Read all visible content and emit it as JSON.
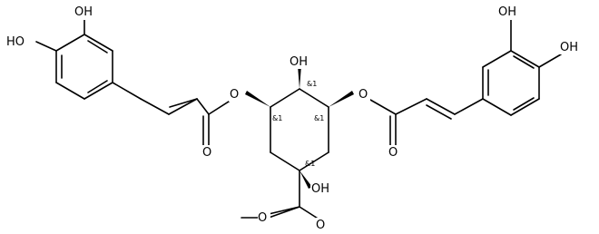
{
  "molecule": {
    "atom_labels": {
      "oh": "OH",
      "ho": "HO",
      "o": "O"
    },
    "stereo_labels": {
      "and1": "&1"
    },
    "colors": {
      "bond": "#000000",
      "background": "#ffffff"
    }
  }
}
